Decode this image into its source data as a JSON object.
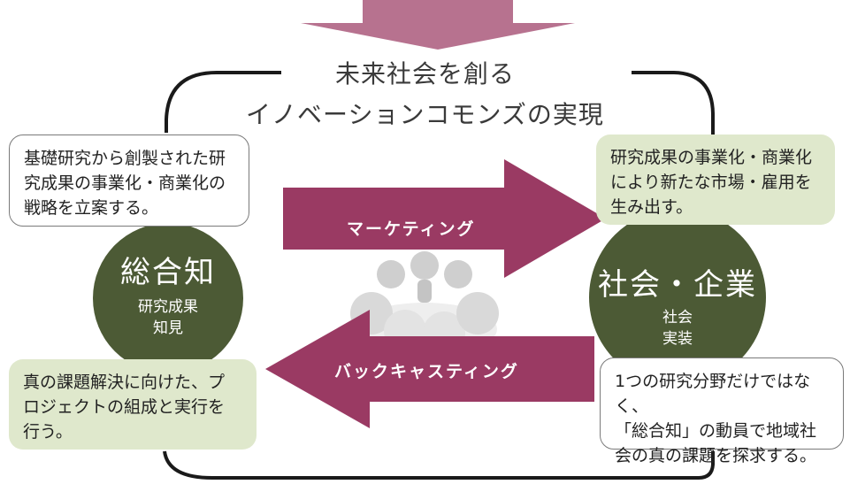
{
  "title": {
    "line1": "未来社会を創る",
    "line2": "イノベーションコモンズの実現"
  },
  "left_top_box": {
    "lines": [
      "基礎研究から創製された研",
      "究成果の事業化・商業化の",
      "戦略を立案する。"
    ]
  },
  "left_bottom_box": {
    "lines": [
      "真の課題解決に向けた、プ",
      "ロジェクトの組成と実行を",
      "行う。"
    ]
  },
  "right_top_box": {
    "lines": [
      "研究成果の事業化・商業化",
      "により新たな市場・雇用を",
      "生み出す。"
    ]
  },
  "right_bottom_box": {
    "lines": [
      "1つの研究分野だけではなく、",
      "「総合知」の動員で地域社",
      "会の真の課題を探求する。"
    ]
  },
  "left_circle": {
    "title": "総合知",
    "sub_lines": [
      "研究成果",
      "知見"
    ]
  },
  "right_circle": {
    "title": "社会・企業",
    "sub_lines": [
      "社会",
      "実装"
    ]
  },
  "arrows": {
    "top_label": "マーケティング",
    "bottom_label": "バックキャスティング"
  },
  "colors": {
    "arrow": "#9a3a63",
    "circle": "#4c5a35",
    "green_box": "#dfe8cc",
    "frame": "#1a1a1a"
  }
}
